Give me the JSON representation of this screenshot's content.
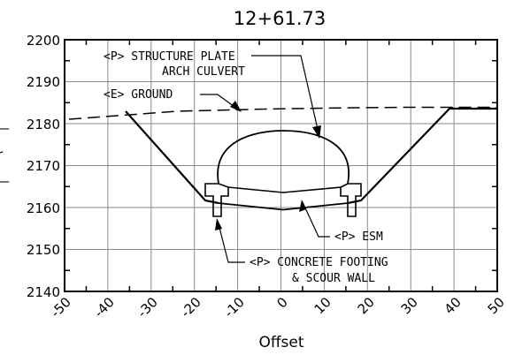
{
  "diagram": {
    "title": "12+61.73",
    "x_axis_label": "Offset",
    "y_axis_ticks": [
      "2200",
      "2190",
      "2180",
      "2170",
      "2160",
      "2150",
      "2140"
    ],
    "x_axis_ticks": [
      "-50",
      "-40",
      "-30",
      "-20",
      "-10",
      "0",
      "10",
      "20",
      "30",
      "40",
      "50"
    ],
    "callouts": {
      "culvert_line1": "<P> STRUCTURE PLATE",
      "culvert_line2": "ARCH CULVERT",
      "ground": "<E> GROUND",
      "esm": "<P> ESM",
      "footing_line1": "<P> CONCRETE FOOTING",
      "footing_line2": "& SCOUR WALL"
    },
    "cropped_left_edge_glyphs": [
      "—",
      "r",
      "—"
    ]
  }
}
